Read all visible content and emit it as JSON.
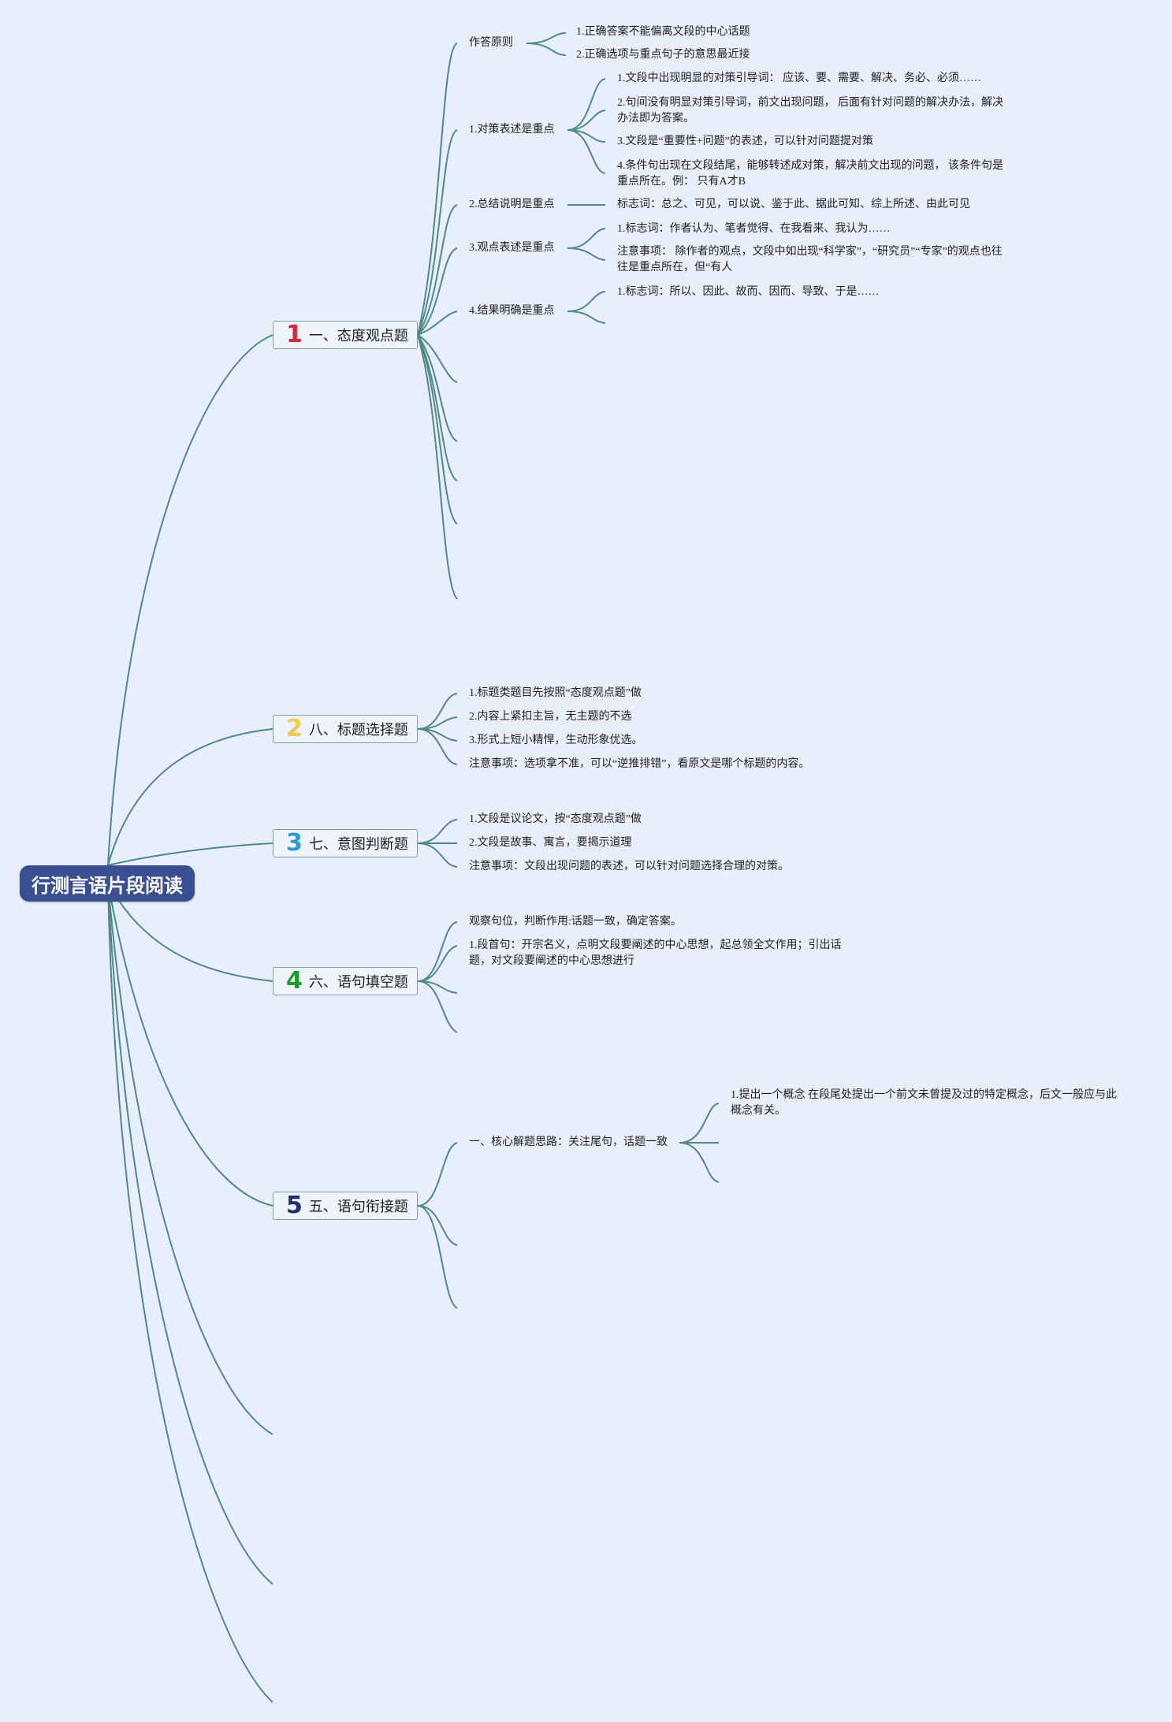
{
  "root": {
    "label": "行测言语片段阅读"
  },
  "branches": [
    {
      "num": "1",
      "num_color": "#e0243c",
      "label": "一、态度观点题"
    },
    {
      "num": "2",
      "num_color": "#f2c94c",
      "label": "八、标题选择题"
    },
    {
      "num": "3",
      "num_color": "#2b9bd3",
      "label": "七、意图判断题"
    },
    {
      "num": "4",
      "num_color": "#1e9a33",
      "label": "六、语句填空题"
    },
    {
      "num": "5",
      "num_color": "#1f2c6e",
      "label": "五、语句衔接题"
    }
  ],
  "b1": {
    "principle": "作答原则",
    "principle_items": [
      "1.正确答案不能偏离文段的中心话题",
      "2.正确选项与重点句子的意思最近接"
    ],
    "duice": "1.对策表述是重点",
    "duice_items": [
      "1.文段中出现明显的对策引导词： 应该、要、需要、解决、务必、必须……",
      "2.句间没有明显对策引导词，前文出现问题， 后面有针对问题的解决办法，解决办法即为答案。",
      "3.文段是“重要性+问题”的表述，可以针对问题提对策",
      "4.条件句出现在文段结尾，能够转述成对策，解决前文出现的问题， 该条件句是重点所在。例： 只有A才B"
    ],
    "zongjie": "2.总结说明是重点",
    "zongjie_item": "标志词：总之、可见，可以说、鉴于此、据此可知、综上所述、由此可见",
    "guandian": "3.观点表述是重点",
    "guandian_items": [
      "1.标志词：作者认为、笔者觉得、在我看来、我认为……",
      "注意事项： 除作者的观点，文段中如出现“科学家”，“研究员”“专家”的观点也往往是重点所在，但“有人"
    ],
    "jieguo": "4.结果明确是重点",
    "jieguo_item": "1.标志词：所以、因此、故而、因而、导致、于是……"
  },
  "b2": {
    "items": [
      "1.标题类题目先按照“态度观点题”做",
      "2.内容上紧扣主旨，无主题的不选",
      "3.形式上短小精悍，生动形象优选。",
      "注意事项：选项拿不准，可以“逆推排错”，看原文是哪个标题的内容。"
    ]
  },
  "b3": {
    "items": [
      "1.文段是议论文，按“态度观点题”做",
      "2.文段是故事、寓言，要揭示道理",
      "注意事项：文段出现问题的表述，可以针对问题选择合理的对策。"
    ]
  },
  "b4": {
    "items": [
      "观察句位，判断作用:话题一致，确定答案。",
      "1.段首句：开宗名义，点明文段要阐述的中心思想，起总领全文作用；引出话题，对文段要阐述的中心思想进行"
    ]
  },
  "b5": {
    "core": "一、核心解题思路：关注尾句，话题一致",
    "core_item": "1.提出一个概念 在段尾处提出一个前文未曾提及过的特定概念，后文一般应与此概念有关。"
  }
}
